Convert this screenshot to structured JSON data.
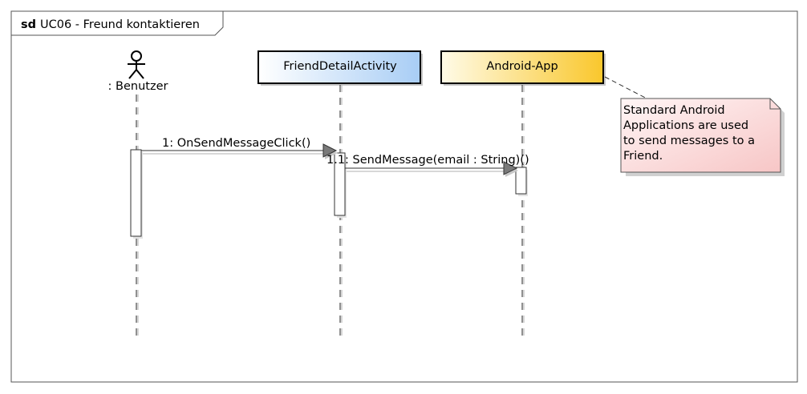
{
  "frame": {
    "keyword": "sd",
    "title": "UC06 - Freund kontaktieren"
  },
  "lifelines": [
    {
      "id": "actor",
      "label": ": Benutzer",
      "kind": "actor"
    },
    {
      "id": "friend",
      "label": "FriendDetailActivity",
      "kind": "object",
      "colors": [
        "#ffffff",
        "#a8cdf5"
      ]
    },
    {
      "id": "app",
      "label": "Android-App",
      "kind": "object",
      "colors": [
        "#fffbe8",
        "#f9c72c"
      ]
    }
  ],
  "messages": [
    {
      "label": "1: OnSendMessageClick()",
      "from": "actor",
      "to": "friend"
    },
    {
      "label": "1.1: SendMessage(email : String)()",
      "from": "friend",
      "to": "app"
    }
  ],
  "note": {
    "lines": [
      "Standard Android",
      "Applications are used",
      "to send messages to a",
      "Friend."
    ],
    "colors": [
      "#fff5f5",
      "#f7c6c6"
    ]
  }
}
